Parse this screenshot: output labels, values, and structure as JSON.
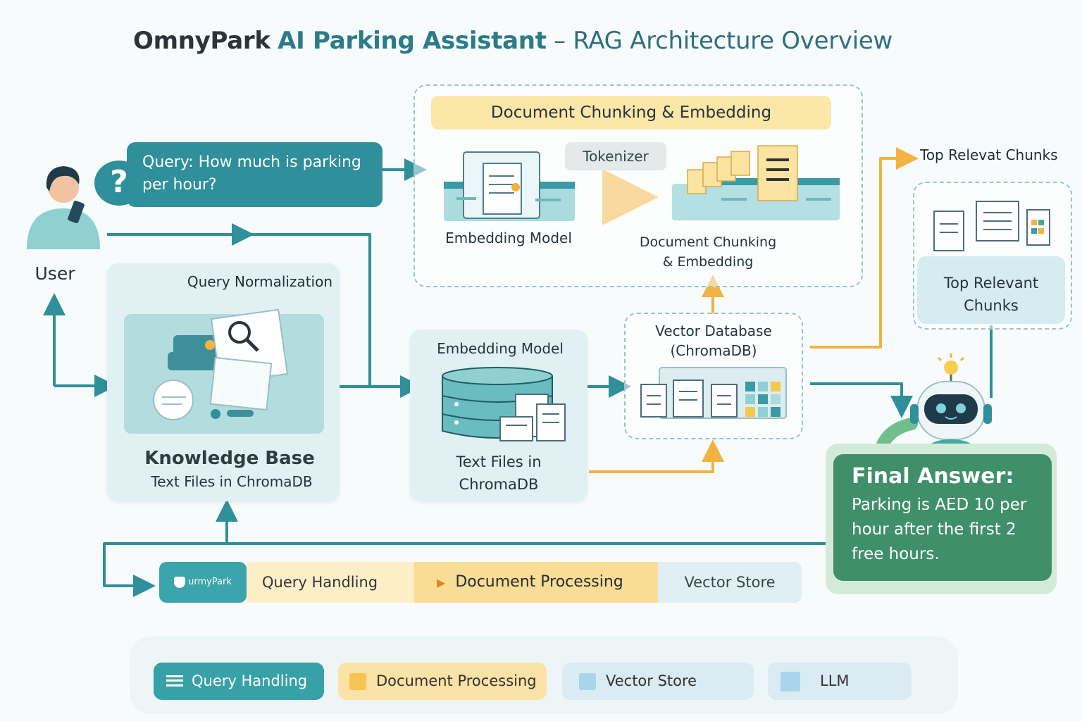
{
  "title": {
    "brand": "OmnyPark",
    "product": "AI Parking Assistant",
    "rest": "– RAG Architecture Overview"
  },
  "user": {
    "label": "User",
    "query_text": "Query: How much is parking per hour?",
    "query_mark": "?"
  },
  "doc_chunking_box": {
    "header": "Document Chunking & Embedding",
    "tokenizer": "Tokenizer",
    "embedding_model_label": "Embedding Model",
    "chunking_label_line1": "Document Chunking",
    "chunking_label_line2": "& Embedding"
  },
  "top_chunks": {
    "heading": "Top Relevat Chunks",
    "label_line1": "Top Relevant",
    "label_line2": "Chunks"
  },
  "query_norm_panel": {
    "heading": "Query Normalization",
    "title": "Knowledge Base",
    "subtitle": "Text Files in ChromaDB"
  },
  "embedding_panel": {
    "heading": "Embedding Model",
    "label_line1": "Text Files in",
    "label_line2": "ChromaDB"
  },
  "vector_db": {
    "line1": "Vector Database",
    "line2": "(ChromaDB)"
  },
  "final_answer": {
    "heading": "Final Answer:",
    "body": "Parking is AED 10 per hour after the first 2 free hours."
  },
  "pipeline": {
    "logo": "urmyPark",
    "stage1": "Query Handling",
    "stage2": "Document Processing",
    "stage3": "Vector Store"
  },
  "legend": [
    {
      "label": "Query Handling",
      "color": "#38a1a8"
    },
    {
      "label": "Document Processing",
      "color": "#f6c453"
    },
    {
      "label": "Vector Store",
      "color": "#a9d4ec"
    },
    {
      "label": "LLM",
      "color": "#a9d4ec"
    }
  ],
  "colors": {
    "teal": "#2f8f9b",
    "orange": "#f2b340",
    "green": "#3f8f68"
  }
}
